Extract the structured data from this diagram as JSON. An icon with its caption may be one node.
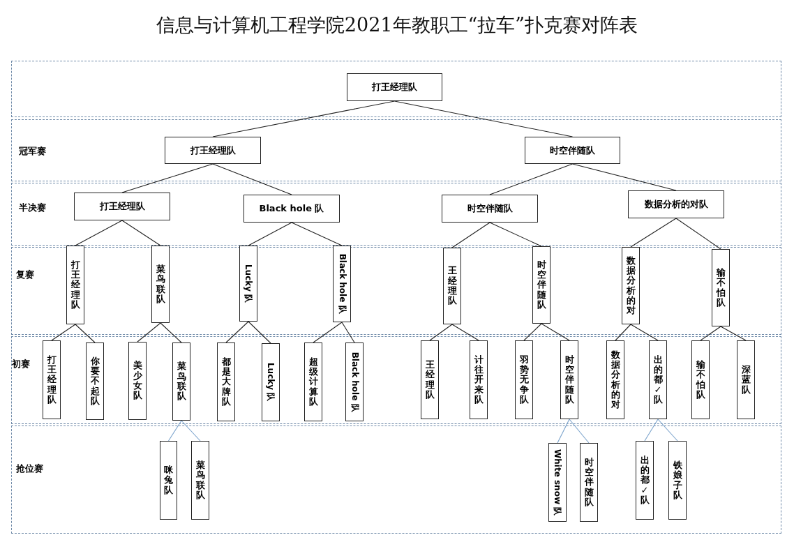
{
  "diagram": {
    "title": "信息与计算机工程学院2021年教职工“拉车”扑克赛对阵表",
    "nodes": [
      {
        "text": [],
        "shape": "box"
      },
      {
        "text": [
          "打王经理队"
        ],
        "in": 0
      },
      {
        "text": [
          "冠军赛"
        ]
      },
      {
        "text": [
          "打王经理队"
        ],
        "in": 2
      },
      {
        "text": [
          "时空伴随队"
        ],
        "in": 2
      },
      {
        "text": [
          "半决赛"
        ]
      },
      {
        "text": [
          "打王经理队"
        ],
        "in": 5
      },
      {
        "text": [
          "Black hole 队"
        ],
        "in": 5
      },
      {
        "text": [
          "时空伴随队"
        ],
        "in": 5
      },
      {
        "text": [
          "数据分析的对队"
        ],
        "in": 5
      },
      {
        "text": [
          "复赛"
        ]
      },
      {
        "text": [
          "打王经理队"
        ],
        "in": 10
      },
      {
        "text": [
          "菜鸟联队"
        ],
        "in": 10
      },
      {
        "text": [
          "Lucky 队"
        ],
        "in": 10
      },
      {
        "text": [
          "Black hole 队"
        ],
        "in": 10
      },
      {
        "text": [
          "王经理队"
        ],
        "in": 10
      },
      {
        "text": [
          "时空伴随队"
        ],
        "in": 10
      },
      {
        "text": [
          "数据分析的对"
        ],
        "in": 10
      },
      {
        "text": [
          "输不怕队"
        ],
        "in": 10
      },
      {
        "text": [
          "初赛"
        ]
      },
      {
        "text": [
          "打王经理队"
        ],
        "in": 19
      },
      {
        "text": [
          "你要不起队"
        ],
        "in": 19
      },
      {
        "text": [
          "美少女队"
        ],
        "in": 19
      },
      {
        "text": [
          "菜鸟联队"
        ],
        "in": 19
      },
      {
        "text": [
          "都是大牌队"
        ],
        "in": 19
      },
      {
        "text": [
          "Lucky 队"
        ],
        "in": 19
      },
      {
        "text": [
          "超级计算队"
        ],
        "in": 19
      },
      {
        "text": [
          "Black hole 队"
        ],
        "in": 19
      },
      {
        "text": [
          "王经理队"
        ],
        "in": 19
      },
      {
        "text": [
          "计往开来队"
        ],
        "in": 19
      },
      {
        "text": [
          "羽势无争队"
        ],
        "in": 19
      },
      {
        "text": [
          "时空伴随队"
        ],
        "in": 19
      },
      {
        "text": [
          "数据分析的对"
        ],
        "in": 19
      },
      {
        "text": [
          "出的都✓队"
        ],
        "in": 19
      },
      {
        "text": [
          "输不怕队"
        ],
        "in": 19
      },
      {
        "text": [
          "深蓝队"
        ],
        "in": 19
      },
      {
        "text": [
          "抢位赛"
        ]
      },
      {
        "text": [
          "咪兔队"
        ],
        "in": 36
      },
      {
        "text": [
          "菜鸟联队"
        ],
        "in": 36
      },
      {
        "text": [
          "White snow 队"
        ],
        "in": 36
      },
      {
        "text": [
          "时空伴随队"
        ],
        "in": 36
      },
      {
        "text": [
          "出的都✓队"
        ],
        "in": 36
      },
      {
        "text": [
          "铁娘子队"
        ],
        "in": 36
      }
    ],
    "edges": [
      {
        "from": 1,
        "to": 3,
        "arrow": "none"
      },
      {
        "from": 1,
        "to": 4,
        "arrow": "none"
      },
      {
        "from": 3,
        "to": 6,
        "arrow": "none"
      },
      {
        "from": 3,
        "to": 7,
        "arrow": "none"
      },
      {
        "from": 4,
        "to": 8,
        "arrow": "none"
      },
      {
        "from": 4,
        "to": 9,
        "arrow": "none"
      },
      {
        "from": 6,
        "to": 11,
        "arrow": "none"
      },
      {
        "from": 6,
        "to": 12,
        "arrow": "none"
      },
      {
        "from": 7,
        "to": 13,
        "arrow": "none"
      },
      {
        "from": 7,
        "to": 14,
        "arrow": "none"
      },
      {
        "from": 8,
        "to": 15,
        "arrow": "none"
      },
      {
        "from": 8,
        "to": 16,
        "arrow": "none"
      },
      {
        "from": 9,
        "to": 17,
        "arrow": "none"
      },
      {
        "from": 9,
        "to": 18,
        "arrow": "none"
      },
      {
        "from": 11,
        "to": 20,
        "arrow": "none"
      },
      {
        "from": 11,
        "to": 21,
        "arrow": "none"
      },
      {
        "from": 12,
        "to": 22,
        "arrow": "none"
      },
      {
        "from": 12,
        "to": 23,
        "arrow": "none"
      },
      {
        "from": 13,
        "to": 24,
        "arrow": "none"
      },
      {
        "from": 13,
        "to": 25,
        "arrow": "none"
      },
      {
        "from": 14,
        "to": 26,
        "arrow": "none"
      },
      {
        "from": 14,
        "to": 27,
        "arrow": "none"
      },
      {
        "from": 15,
        "to": 28,
        "arrow": "none"
      },
      {
        "from": 15,
        "to": 29,
        "arrow": "none"
      },
      {
        "from": 16,
        "to": 30,
        "arrow": "none"
      },
      {
        "from": 16,
        "to": 31,
        "arrow": "none"
      },
      {
        "from": 17,
        "to": 32,
        "arrow": "none"
      },
      {
        "from": 17,
        "to": 33,
        "arrow": "none"
      },
      {
        "from": 18,
        "to": 34,
        "arrow": "none"
      },
      {
        "from": 18,
        "to": 35,
        "arrow": "none"
      },
      {
        "from": 23,
        "to": 37,
        "arrow": "none",
        "color": "#7ba3cc"
      },
      {
        "from": 23,
        "to": 38,
        "arrow": "none",
        "color": "#7ba3cc"
      },
      {
        "from": 31,
        "to": 39,
        "arrow": "none",
        "color": "#7ba3cc"
      },
      {
        "from": 31,
        "to": 40,
        "arrow": "none",
        "color": "#7ba3cc"
      },
      {
        "from": 33,
        "to": 41,
        "arrow": "none",
        "color": "#7ba3cc"
      },
      {
        "from": 33,
        "to": 42,
        "arrow": "none",
        "color": "#7ba3cc"
      }
    ]
  }
}
